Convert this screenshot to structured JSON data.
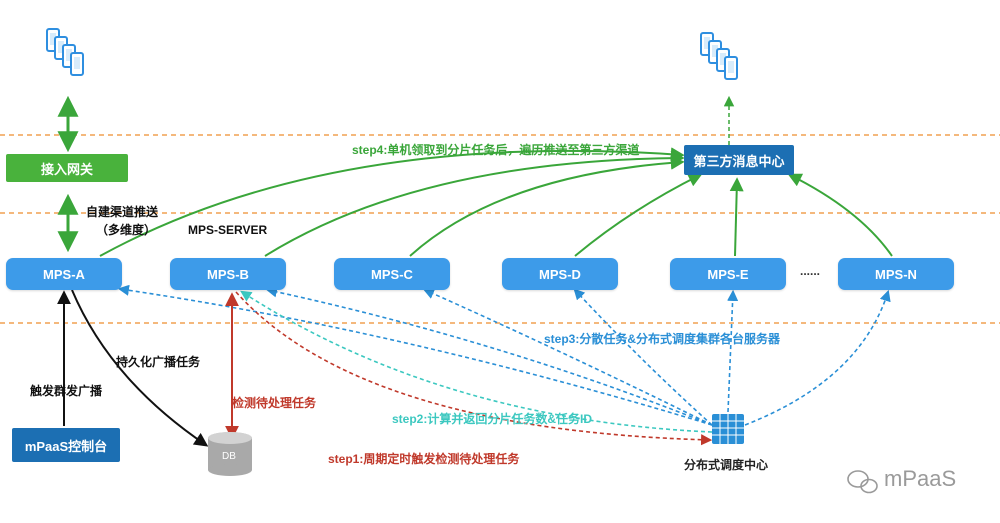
{
  "nodes": {
    "gateway": "接入网关",
    "third_party": "第三方消息中心",
    "console": "mPaaS控制台",
    "db": "DB",
    "scheduler": "分布式调度中心",
    "mps": [
      "MPS-A",
      "MPS-B",
      "MPS-C",
      "MPS-D",
      "MPS-E",
      "MPS-N"
    ],
    "ellipsis": "......"
  },
  "labels": {
    "server": "MPS-SERVER",
    "self_push": "自建渠道推送",
    "multi_dim": "（多维度）",
    "persist": "持久化广播任务",
    "trigger": "触发群发广播",
    "detect": "检测待处理任务",
    "step1": "step1:周期定时触发检测待处理任务",
    "step2": "step2:计算并返回分片任务数&任务ID",
    "step3": "step3:分散任务&分布式调度集群各台服务器",
    "step4": "step4:单机领取到分片任务后，遍历推送至第三方渠道"
  },
  "watermark": "mPaaS",
  "colors": {
    "mps": "#3d9be9",
    "gateway": "#49b23c",
    "third_party": "#1c6fb3",
    "console": "#1c6fb3",
    "step1": "#c0392b",
    "step2": "#3cc8c0",
    "step3": "#2a8fd6",
    "step4": "#3aa63a",
    "divider": "#f0a050"
  }
}
